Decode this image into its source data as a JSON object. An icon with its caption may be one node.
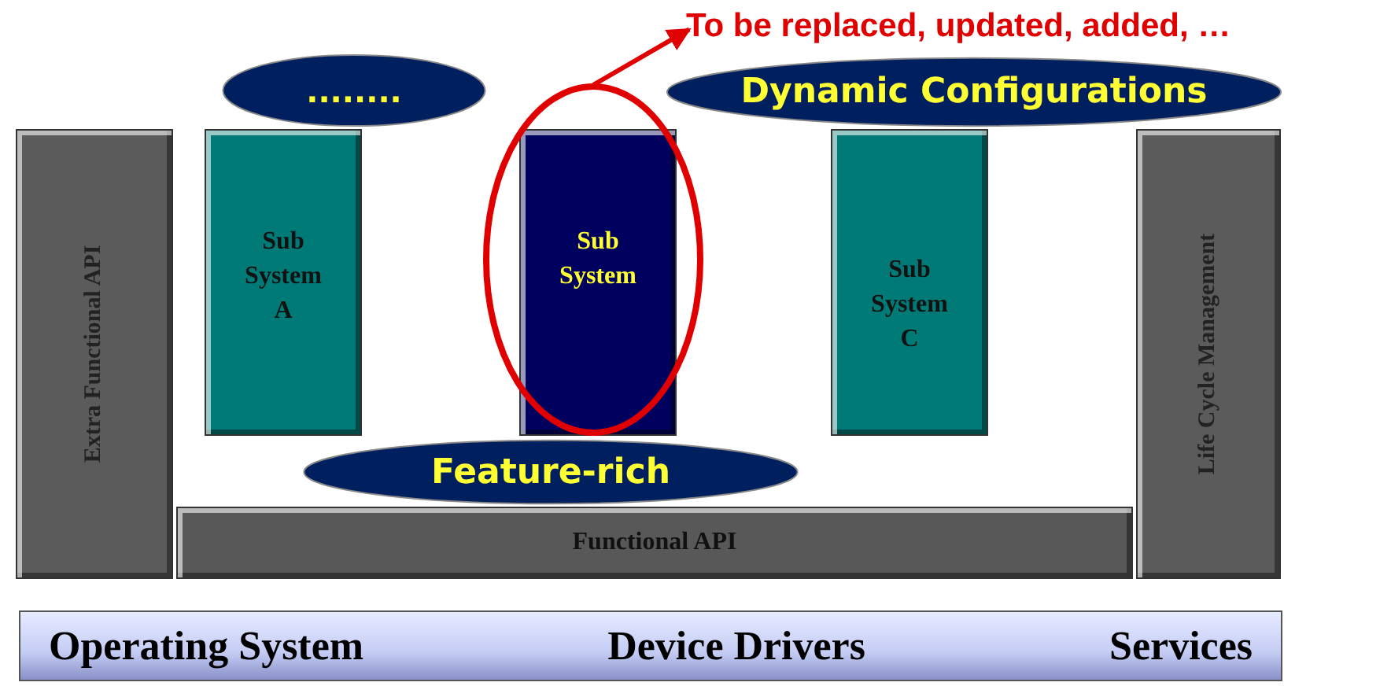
{
  "diagram": {
    "nodes": [
      {
        "text": [
          "Extra Functional API"
        ]
      },
      {
        "text": [
          "Sub System A"
        ]
      },
      {
        "text": [],
        "shape": "circle"
      },
      {
        "text": [
          "Sub System"
        ],
        "in": 2
      },
      {
        "text": [
          "Sub System C"
        ]
      },
      {
        "text": [
          "Life Cycle Management"
        ]
      },
      {
        "text": [
          "Functional API"
        ]
      },
      {
        "text": [
          "........"
        ]
      },
      {
        "text": [
          "Dynamic Configurations"
        ]
      },
      {
        "text": [
          "Feature-rich"
        ]
      },
      {
        "text": [
          "To be replaced, updated, added, …"
        ]
      },
      {
        "text": [
          "Operating System",
          "Device Drivers",
          "Services"
        ]
      }
    ],
    "edges": [
      {
        "from": 2,
        "to": 10,
        "arrow": "to",
        "color": "#e00000"
      }
    ]
  }
}
